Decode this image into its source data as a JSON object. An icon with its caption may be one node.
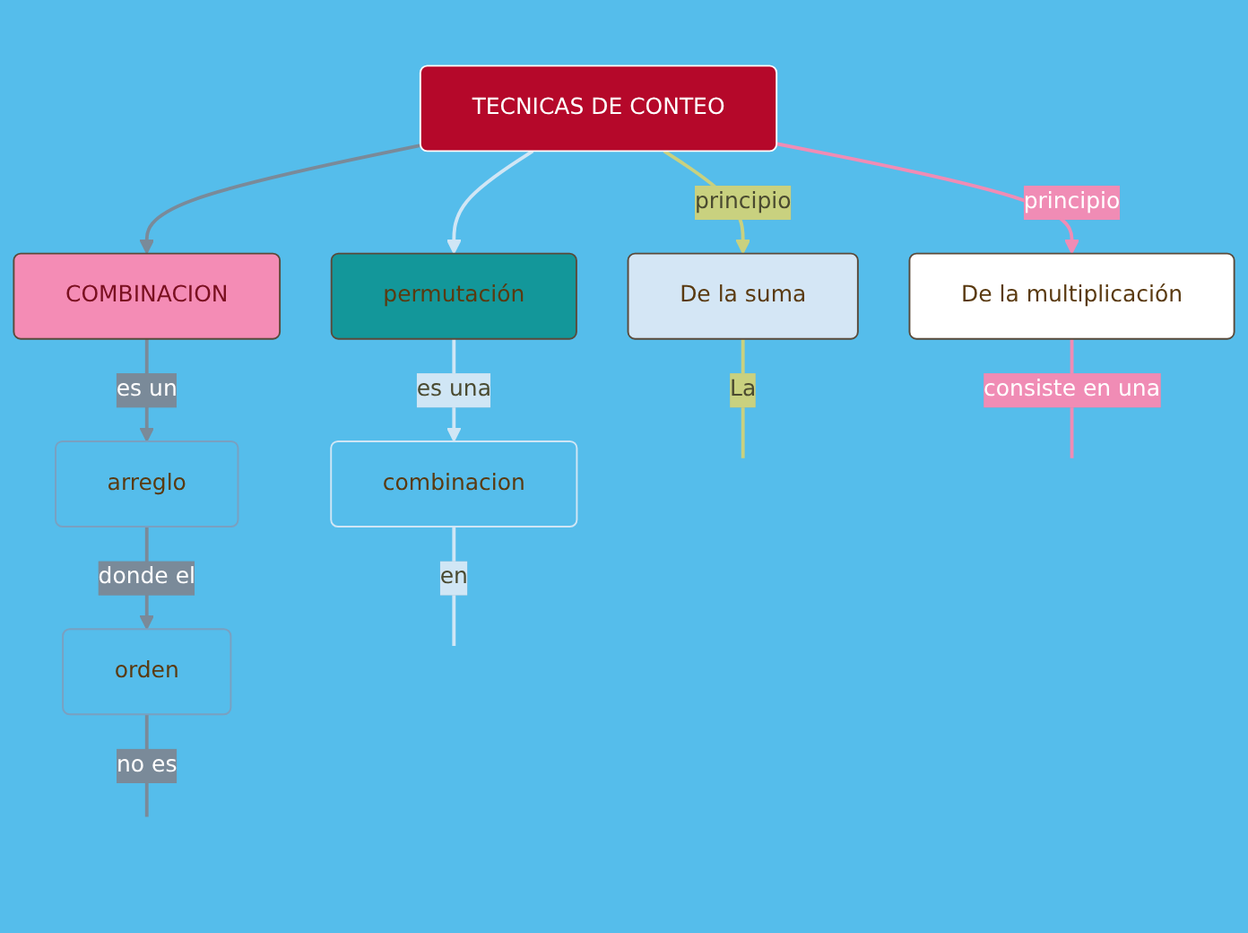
{
  "diagram": {
    "nodes": [
      {
        "text": [
          "TECNICAS DE CONTEO"
        ]
      },
      {
        "text": [
          "De la suma"
        ]
      },
      {
        "text": [
          "De la multiplicación"
        ]
      },
      {
        "text": [
          "COMBINACION"
        ]
      },
      {
        "text": [
          "permutación"
        ]
      },
      {
        "text": [
          "arreglo"
        ]
      },
      {
        "text": [
          "combinacion"
        ]
      },
      {
        "text": [
          "orden"
        ]
      }
    ],
    "edges": [
      {
        "from": 0,
        "to": 1,
        "arrow": "to",
        "label": "principio",
        "color": "#c9d17f"
      },
      {
        "from": 0,
        "to": 2,
        "arrow": "to",
        "label": "principio",
        "color": "#f08cb5"
      },
      {
        "from": 0,
        "to": 3,
        "arrow": "to"
      },
      {
        "from": 0,
        "to": 4,
        "arrow": "to",
        "color": "#d0e6f5"
      },
      {
        "from": 1,
        "to": null,
        "arrow": "none",
        "label": "La",
        "color": "#c9d17f"
      },
      {
        "from": 2,
        "to": null,
        "arrow": "none",
        "label": "consiste en una",
        "color": "#f08cb5"
      },
      {
        "from": 3,
        "to": 5,
        "arrow": "to",
        "label": "es un"
      },
      {
        "from": 5,
        "to": 7,
        "arrow": "to",
        "label": "donde el"
      },
      {
        "from": 7,
        "to": null,
        "arrow": "none",
        "label": "no es"
      },
      {
        "from": 4,
        "to": 6,
        "arrow": "to",
        "label": "es una",
        "color": "#d0e6f5"
      },
      {
        "from": 6,
        "to": null,
        "arrow": "none",
        "label": "en",
        "color": "#d0e6f5"
      }
    ]
  }
}
